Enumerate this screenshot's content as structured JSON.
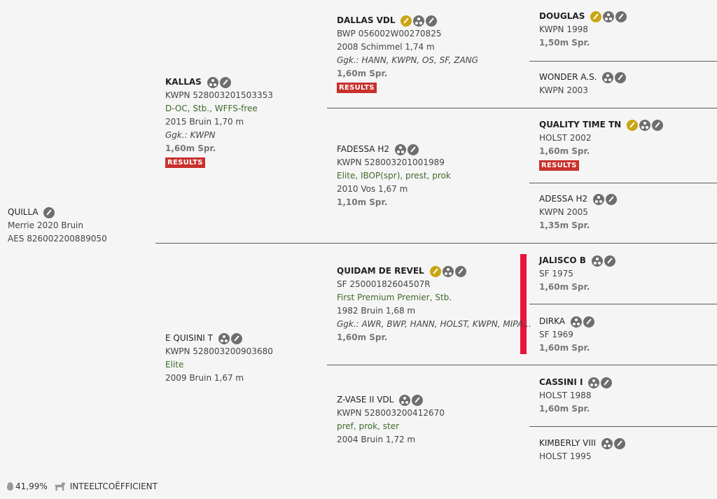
{
  "subject": {
    "name": "QUILLA",
    "line1": "Merrie 2020 Bruin",
    "line2": "AES 826002200889050"
  },
  "sire": {
    "name": "KALLAS",
    "reg": "KWPN 528003201503353",
    "pred": "D-OC, Stb., WFFS-free",
    "info": "2015 Bruin 1,70 m",
    "ggk": "Ggk.: KWPN",
    "spr": "1,60m Spr.",
    "results": "RESULTS"
  },
  "dam": {
    "name": "E QUISINI T",
    "reg": "KWPN 528003200903680",
    "pred": "Elite",
    "info": "2009 Bruin 1,67 m"
  },
  "ss": {
    "name": "DALLAS VDL",
    "reg": "BWP 056002W00270825",
    "info": "2008 Schimmel 1,74 m",
    "ggk": "Ggk.: HANN, KWPN, OS, SF, ZANG",
    "spr": "1,60m Spr.",
    "results": "RESULTS"
  },
  "sd": {
    "name": "FADESSA H2",
    "reg": "KWPN 528003201001989",
    "pred": "Elite, IBOP(spr), prest, prok",
    "info": "2010 Vos 1,67 m",
    "spr": "1,10m Spr."
  },
  "ds": {
    "name": "QUIDAM DE REVEL",
    "reg": "SF 25000182604507R",
    "pred": "First Premium Premier, Stb.",
    "info": "1982 Bruin 1,68 m",
    "ggk": "Ggk.: AWR, BWP, HANN, HOLST, KWPN, MIPA...",
    "spr": "1,60m Spr."
  },
  "dd": {
    "name": "Z-VASE II VDL",
    "reg": "KWPN 528003200412670",
    "pred": "pref, prok, ster",
    "info": "2004 Bruin 1,72 m"
  },
  "g1": {
    "name": "DOUGLAS",
    "reg": "KWPN 1998",
    "spr": "1,50m Spr."
  },
  "g2": {
    "name": "WONDER A.S.",
    "reg": "KWPN 2003"
  },
  "g3": {
    "name": "QUALITY TIME TN",
    "reg": "HOLST 2002",
    "spr": "1,60m Spr.",
    "results": "RESULTS"
  },
  "g4": {
    "name": "ADESSA H2",
    "reg": "KWPN 2005",
    "spr": "1,35m Spr."
  },
  "g5": {
    "name": "JALISCO B",
    "reg": "SF 1975",
    "spr": "1,60m Spr."
  },
  "g6": {
    "name": "DIRKA",
    "reg": "SF 1969",
    "spr": "1,60m Spr."
  },
  "g7": {
    "name": "CASSINI I",
    "reg": "HOLST 1988",
    "spr": "1,60m Spr."
  },
  "g8": {
    "name": "KIMBERLY VIII",
    "reg": "HOLST 1995"
  },
  "footer": {
    "percent": "41,99%",
    "label": "INTEELTCOËFFICIENT"
  },
  "icons": {
    "tree": "pedigree-tree-icon",
    "pen": "edit-pencil-icon",
    "accent": "#c9a512",
    "results_color": "#c9302c",
    "inbreeding_marker": "#e8143c"
  }
}
